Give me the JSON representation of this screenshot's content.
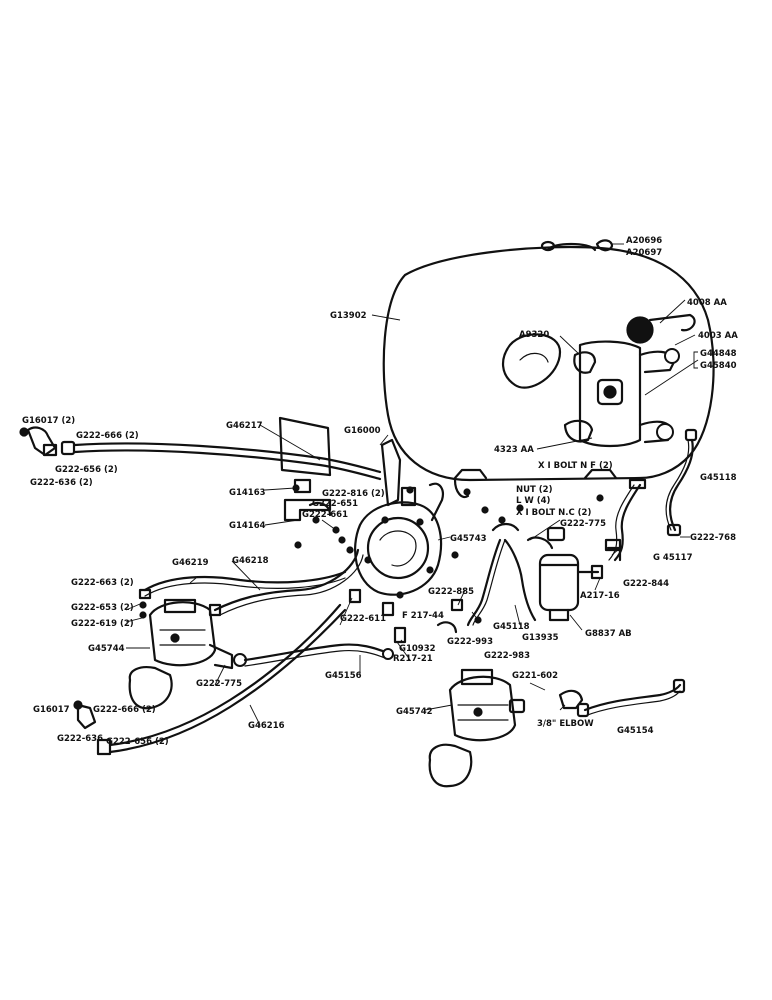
{
  "labels": {
    "a20696": "A20696",
    "a20697": "A20697",
    "p4008aa": "4008 AA",
    "p4003aa": "4003 AA",
    "g44848": "G44848",
    "g45840": "G45840",
    "g13902": "G13902",
    "a9320": "A9320",
    "p4323aa": "4323 AA",
    "xbolt_nf": "X I BOLT N F (2)",
    "nut": "NUT (2)",
    "lw": "L W (4)",
    "xbolt_nc": "X I  BOLT N.C (2)",
    "g45118_right": "G45118",
    "g45117": "G 45117",
    "g222_768": "G222-768",
    "g222_775_top": "G222-775",
    "g222_844": "G222-844",
    "a217_16": "A217-16",
    "g8837ab": "G8837 AB",
    "g45743": "G45743",
    "g16000": "G16000",
    "g46217": "G46217",
    "g16017_top": "G16017 (2)",
    "g222_666_top": "G222-666 (2)",
    "g222_656_top": "G222-656 (2)",
    "g222_636_top": "G222-636 (2)",
    "g14163": "G14163",
    "g14164": "G14164",
    "g222_816": "G222-816 (2)",
    "g222_651": "G222-651",
    "g222_661": "G222-661",
    "g46219": "G46219",
    "g46218": "G46218",
    "g222_663": "G222-663 (2)",
    "g222_653": "G222-653 (2)",
    "g222_619": "G222-619 (2)",
    "g45744": "G45744",
    "g222_775_left": "G222-775",
    "g222_611": "G222-611",
    "f217_44": "F 217-44",
    "g10932": "G10932",
    "r217_21": "R217-21",
    "g222_885": "G222-885",
    "g222_993": "G222-993",
    "g222_983": "G222-983",
    "g45118_mid": "G45118",
    "g13935": "G13935",
    "g45156": "G45156",
    "g46216": "G46216",
    "g16017_bottom": "G16017",
    "g222_636_bottom": "G222-636",
    "g222_666_bottom": "G222-666 (2)",
    "g222_656_bottom": "G222-656 (2)",
    "g221_602": "G221-602",
    "g45742": "G45742",
    "elbow": "3/8\" ELBOW",
    "g45154": "G45154"
  }
}
